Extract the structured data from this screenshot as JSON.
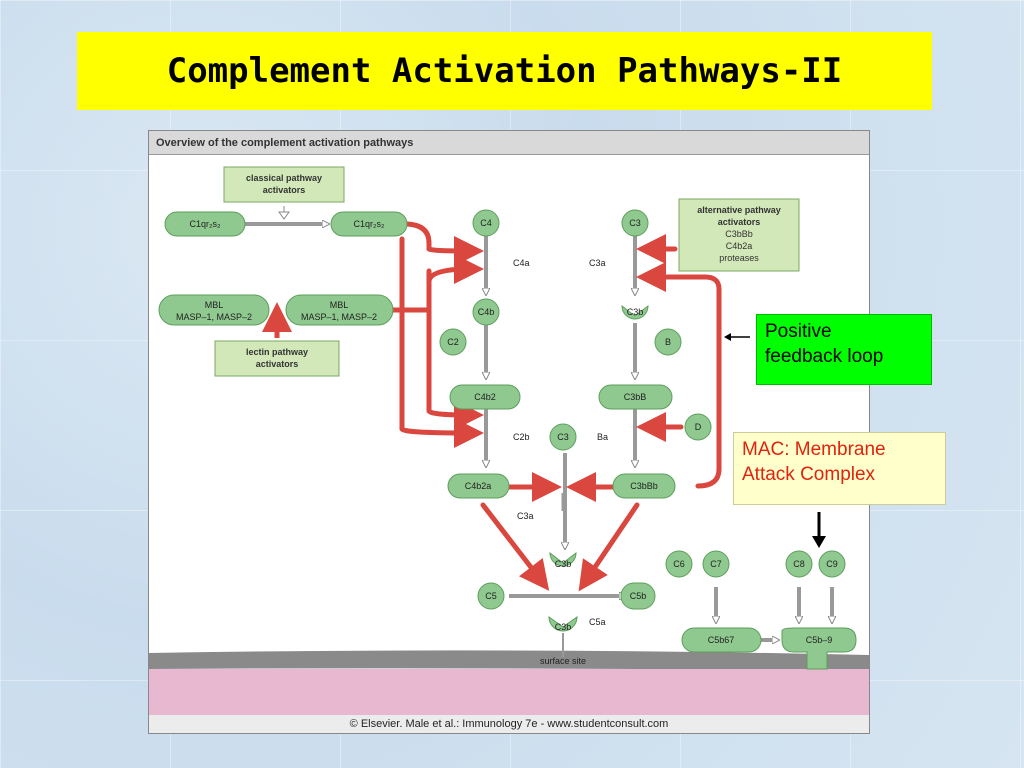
{
  "slide": {
    "title": "Complement Activation Pathways-II"
  },
  "figure": {
    "header": "Overview of the complement activation pathways",
    "caption": "© Elsevier. Male et al.: Immunology 7e - www.studentconsult.com",
    "surface_label": "surface site",
    "boxes": {
      "classical_activators": [
        "classical pathway",
        "activators"
      ],
      "alternative_activators": [
        "alternative pathway",
        "activators",
        "C3bBb",
        "C4b2a",
        "proteases"
      ],
      "lectin_activators": [
        "lectin pathway",
        "activators"
      ]
    },
    "nodes": {
      "c1qr2s2_left": "C1qr₂s₂",
      "c1qr2s2_right": "C1qr₂s₂",
      "mbl_left": [
        "MBL",
        "MASP–1, MASP–2"
      ],
      "mbl_right": [
        "MBL",
        "MASP–1, MASP–2"
      ],
      "c4": "C4",
      "c3_top": "C3",
      "c4b": "C4b",
      "c3b_top": "C3b",
      "c2": "C2",
      "b": "B",
      "c4b2": "C4b2",
      "c3bB": "C3bB",
      "d": "D",
      "c3_mid": "C3",
      "c4b2a": "C4b2a",
      "c3bBb": "C3bBb",
      "c3b_mid": "C3b",
      "c5": "C5",
      "c5b": "C5b",
      "c6": "C6",
      "c7": "C7",
      "c8": "C8",
      "c9": "C9",
      "c3b_surface": "C3b",
      "c5b67": "C5b67",
      "c5b9": "C5b–9"
    },
    "fragments": {
      "c4a": "C4a",
      "c3a_top": "C3a",
      "c2b": "C2b",
      "ba": "Ba",
      "c3a_mid": "C3a",
      "c5a": "C5a"
    }
  },
  "callouts": {
    "positive_feedback": [
      "Positive",
      "feedback loop"
    ],
    "mac": [
      "MAC: Membrane",
      "Attack Complex"
    ]
  },
  "colors": {
    "title_bg": "#ffff00",
    "node_fill": "#8fc98f",
    "box_fill": "#d2e8b8",
    "red_arrow": "#d9473f",
    "membrane": "#e8b8d0"
  }
}
